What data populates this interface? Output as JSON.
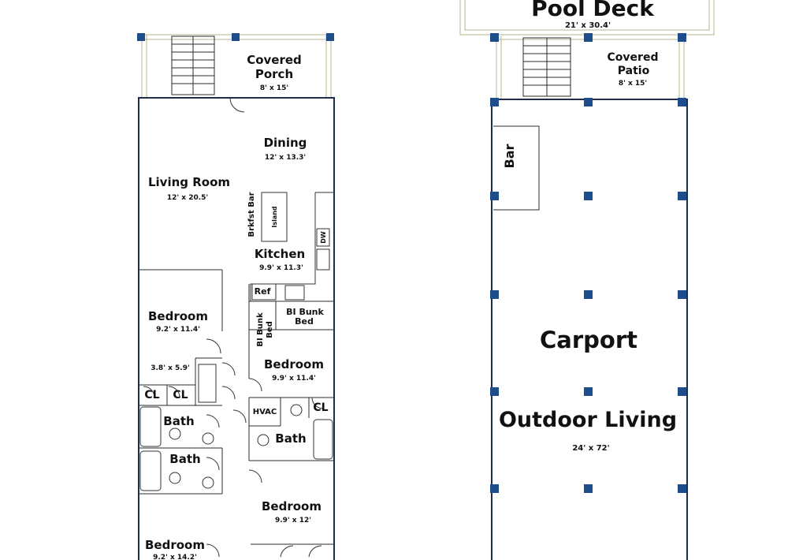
{
  "rooms": {
    "covered_porch": {
      "name_line1": "Covered",
      "name_line2": "Porch",
      "dim": "8' x 15'"
    },
    "dining": {
      "name": "Dining",
      "dim": "12' x 13.3'"
    },
    "living_room": {
      "name": "Living Room",
      "dim": "12' x 20.5'"
    },
    "brkfst_bar": {
      "name": "Brkfst Bar"
    },
    "island": {
      "name": "Island"
    },
    "dw": {
      "name": "DW"
    },
    "kitchen": {
      "name": "Kitchen",
      "dim": "9.9' x 11.3'"
    },
    "ref": {
      "name": "Ref"
    },
    "bedroom_1": {
      "name": "Bedroom",
      "dim": "9.2' x 11.4'"
    },
    "bi_bunk_bed_h": {
      "line1": "BI Bunk",
      "line2": "Bed"
    },
    "bi_bunk_bed_v": {
      "line1": "BI Bunk",
      "line2": "Bed"
    },
    "bedroom_2": {
      "name": "Bedroom",
      "dim": "9.9' x 11.4'"
    },
    "closet_dim": {
      "dim": "3.8' x 5.9'"
    },
    "cl_1": {
      "name": "CL"
    },
    "cl_2": {
      "name": "CL"
    },
    "cl_3": {
      "name": "CL"
    },
    "hvac": {
      "name": "HVAC"
    },
    "bath_1": {
      "name": "Bath"
    },
    "bath_2": {
      "name": "Bath"
    },
    "bath_3": {
      "name": "Bath"
    },
    "bedroom_3": {
      "name": "Bedroom",
      "dim": "9.9' x 12'"
    },
    "bedroom_4": {
      "name": "Bedroom",
      "dim": "9.2' x 14.2'"
    },
    "pool_deck": {
      "name": "Pool Deck",
      "dim": "21' x 30.4'"
    },
    "covered_patio": {
      "name_line1": "Covered",
      "name_line2": "Patio",
      "dim": "8' x 15'"
    },
    "bar": {
      "name": "Bar"
    },
    "carport": {
      "name": "Carport"
    },
    "outdoor_living": {
      "name": "Outdoor Living",
      "dim": "24' x 72'"
    }
  },
  "colors": {
    "wall": "#1f2d4a",
    "post": "#1e4d8c",
    "porch_line": "#b9b48a",
    "text": "#111111"
  }
}
